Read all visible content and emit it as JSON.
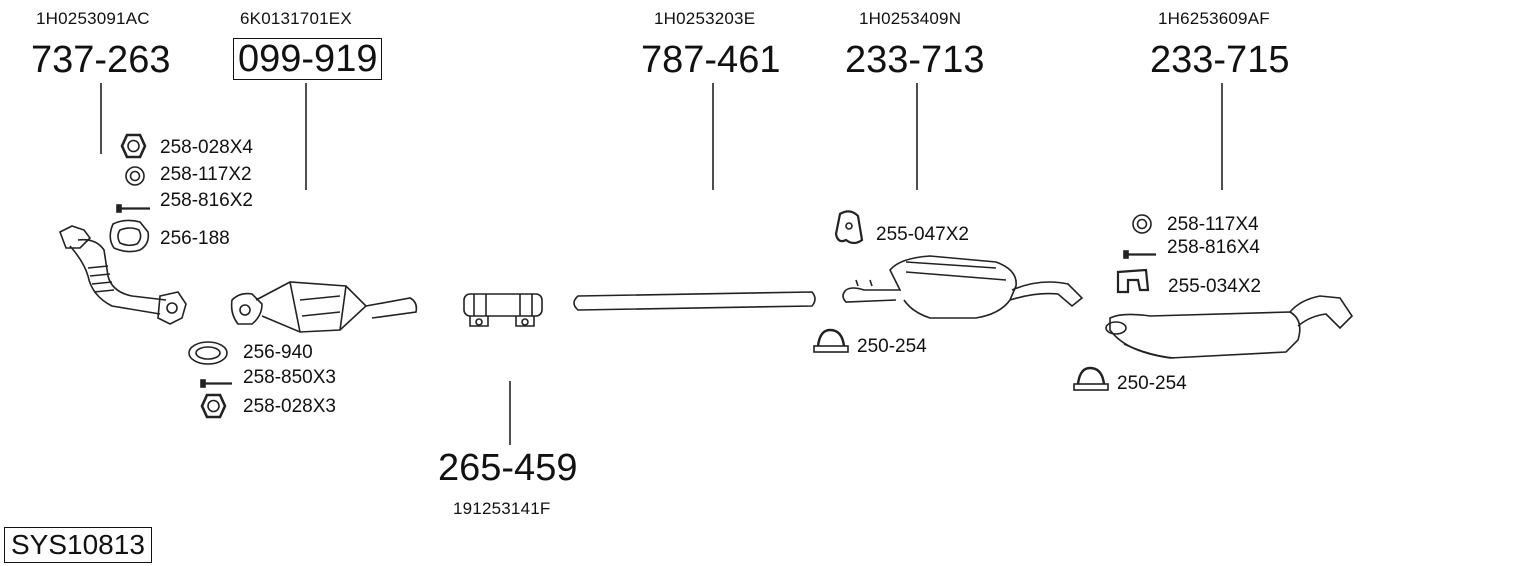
{
  "diagram": {
    "system_code": "SYS10813",
    "parts": [
      {
        "oem": "1H0253091AC",
        "number": "737-263"
      },
      {
        "oem": "6K0131701EX",
        "number": "099-919"
      },
      {
        "oem": "191253141F",
        "number": "265-459"
      },
      {
        "oem": "1H0253203E",
        "number": "787-461"
      },
      {
        "oem": "1H0253409N",
        "number": "233-713"
      },
      {
        "oem": "1H6253609AF",
        "number": "233-715"
      }
    ],
    "fittings": [
      {
        "label": "258-028X4",
        "icon": "nut-icon"
      },
      {
        "label": "258-117X2",
        "icon": "ring-icon"
      },
      {
        "label": "258-816X2",
        "icon": "bolt-icon"
      },
      {
        "label": "256-188",
        "icon": "gasket-icon"
      },
      {
        "label": "256-940",
        "icon": "gasket-ring-icon"
      },
      {
        "label": "258-850X3",
        "icon": "bolt-icon"
      },
      {
        "label": "258-028X3",
        "icon": "nut-icon"
      },
      {
        "label": "255-047X2",
        "icon": "rubber-hanger-icon"
      },
      {
        "label": "250-254",
        "icon": "clamp-icon"
      },
      {
        "label": "258-117X4",
        "icon": "ring-icon"
      },
      {
        "label": "258-816X4",
        "icon": "bolt-icon"
      },
      {
        "label": "255-034X2",
        "icon": "bracket-icon"
      },
      {
        "label": "250-254",
        "icon": "clamp-icon"
      }
    ]
  }
}
